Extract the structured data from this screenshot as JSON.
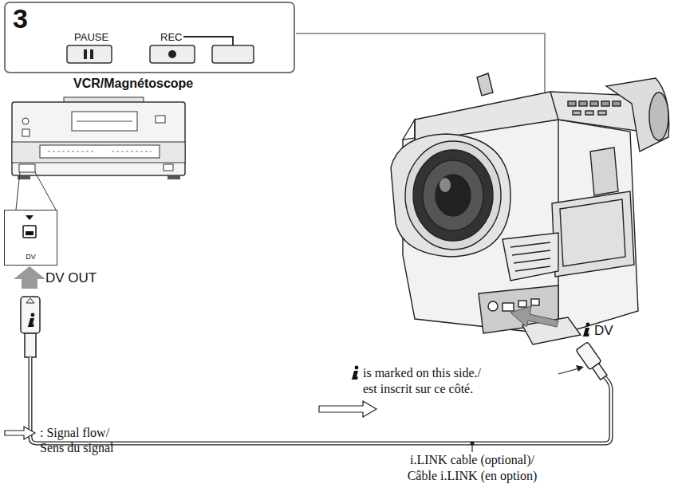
{
  "diagram": {
    "nodes": [
      {
        "text": [
          "3",
          "PAUSE",
          "REC"
        ]
      },
      {
        "text": [
          "DV"
        ]
      }
    ],
    "labels": [
      "VCR/Magnétoscope",
      "DV OUT",
      "DV",
      "is marked on this side./",
      "est inscrit sur ce côté.",
      "i.LINK cable (optional)/",
      "Câble i.LINK (en option)"
    ],
    "legend": [
      {
        "text": ": Signal flow/ Sens du signal"
      }
    ]
  }
}
